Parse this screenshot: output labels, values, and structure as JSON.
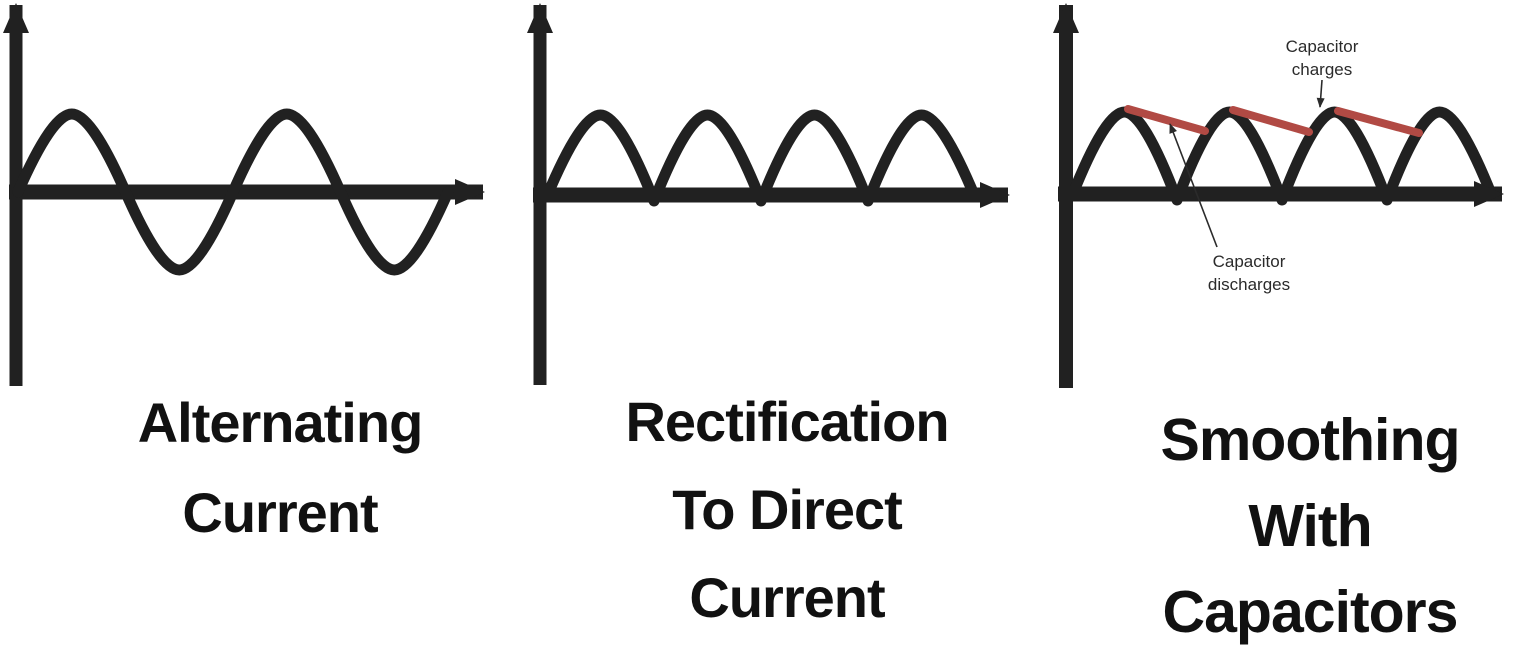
{
  "colors": {
    "ink": "#212121",
    "smoothing_red": "#b14a44",
    "caption_text": "#111111",
    "annotation_text": "#2b2b2b",
    "background": "#ffffff"
  },
  "panels": [
    {
      "name": "alternating-current",
      "waveform": "sine-wave",
      "caption_lines": [
        "Alternating",
        "Current"
      ]
    },
    {
      "name": "rectification-to-direct-current",
      "waveform": "full-wave-rectified",
      "caption_lines": [
        "Rectification",
        "To Direct",
        "Current"
      ]
    },
    {
      "name": "smoothing-with-capacitors",
      "waveform": "rectified-with-capacitor-smoothing",
      "caption_lines": [
        "Smoothing",
        "With",
        "Capacitors"
      ],
      "annotations": [
        {
          "name": "capacitor-charges",
          "lines": [
            "Capacitor",
            "charges"
          ]
        },
        {
          "name": "capacitor-discharges",
          "lines": [
            "Capacitor",
            "discharges"
          ]
        }
      ]
    }
  ]
}
